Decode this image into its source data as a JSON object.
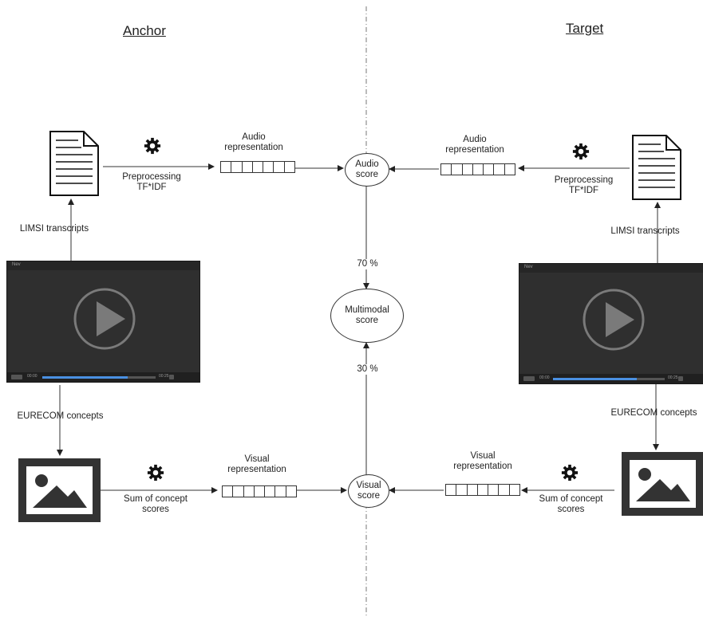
{
  "headings": {
    "anchor": "Anchor",
    "target": "Target"
  },
  "left": {
    "transcripts": "LIMSI transcripts",
    "concepts": "EURECOM concepts",
    "audio_pre_line1": "Preprocessing",
    "audio_pre_line2": "TF*IDF",
    "audio_rep_line1": "Audio",
    "audio_rep_line2": "representation",
    "visual_pre_line1": "Sum of concept",
    "visual_pre_line2": "scores",
    "visual_rep_line1": "Visual",
    "visual_rep_line2": "representation"
  },
  "right": {
    "transcripts": "LIMSI transcripts",
    "concepts": "EURECOM concepts",
    "audio_pre_line1": "Preprocessing",
    "audio_pre_line2": "TF*IDF",
    "audio_rep_line1": "Audio",
    "audio_rep_line2": "representation",
    "visual_pre_line1": "Sum of concept",
    "visual_pre_line2": "scores",
    "visual_rep_line1": "Visual",
    "visual_rep_line2": "representation"
  },
  "center": {
    "audio_score_line1": "Audio",
    "audio_score_line2": "score",
    "visual_score_line1": "Visual",
    "visual_score_line2": "score",
    "multimodal_line1": "Multimodal",
    "multimodal_line2": "score",
    "audio_weight": "70 %",
    "visual_weight": "30 %"
  },
  "player_ui": {
    "menu_label": "Nev",
    "time_left": "00:00",
    "time_right": "00:25",
    "progress": 0.75
  },
  "icons": {
    "document": "document-icon",
    "gear": "gear-icon",
    "video": "video-player-icon",
    "image": "image-icon"
  },
  "colors": {
    "line": "#333333",
    "player_bg": "#2f2f2f",
    "progress": "#4a90e2"
  }
}
